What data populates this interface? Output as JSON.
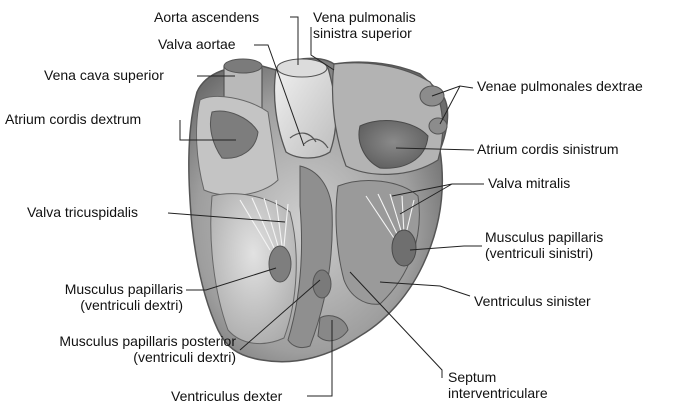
{
  "labels": {
    "aorta_ascendens": "Aorta ascendens",
    "vena_pulmonalis_l1": "Vena pulmonalis",
    "vena_pulmonalis_l2": "sinistra superior",
    "valva_aortae": "Valva aortae",
    "vena_cava_superior": "Vena cava superior",
    "venae_pulmonales_dextrae": "Venae pulmonales dextrae",
    "atrium_cordis_dextrum": "Atrium cordis dextrum",
    "atrium_cordis_sinistrum": "Atrium cordis sinistrum",
    "valva_mitralis": "Valva mitralis",
    "valva_tricuspidalis": "Valva tricuspidalis",
    "mp_sin_l1": "Musculus papillaris",
    "mp_sin_l2": "(ventriculi sinistri)",
    "mp_dex_l1": "Musculus papillaris",
    "mp_dex_l2": "(ventriculi dextri)",
    "ventriculus_sinister": "Ventriculus sinister",
    "mpp_l1": "Musculus papillaris posterior",
    "mpp_l2": "(ventriculi dextri)",
    "septum_l1": "Septum",
    "septum_l2": "interventriculare",
    "ventriculus_dexter": "Ventriculus dexter"
  },
  "colors": {
    "text": "#111111",
    "leader": "#222222",
    "background": "#ffffff",
    "tissue_light": "#d8d8d8",
    "tissue_mid": "#a9a9a9",
    "tissue_dark": "#6e6e6e"
  }
}
